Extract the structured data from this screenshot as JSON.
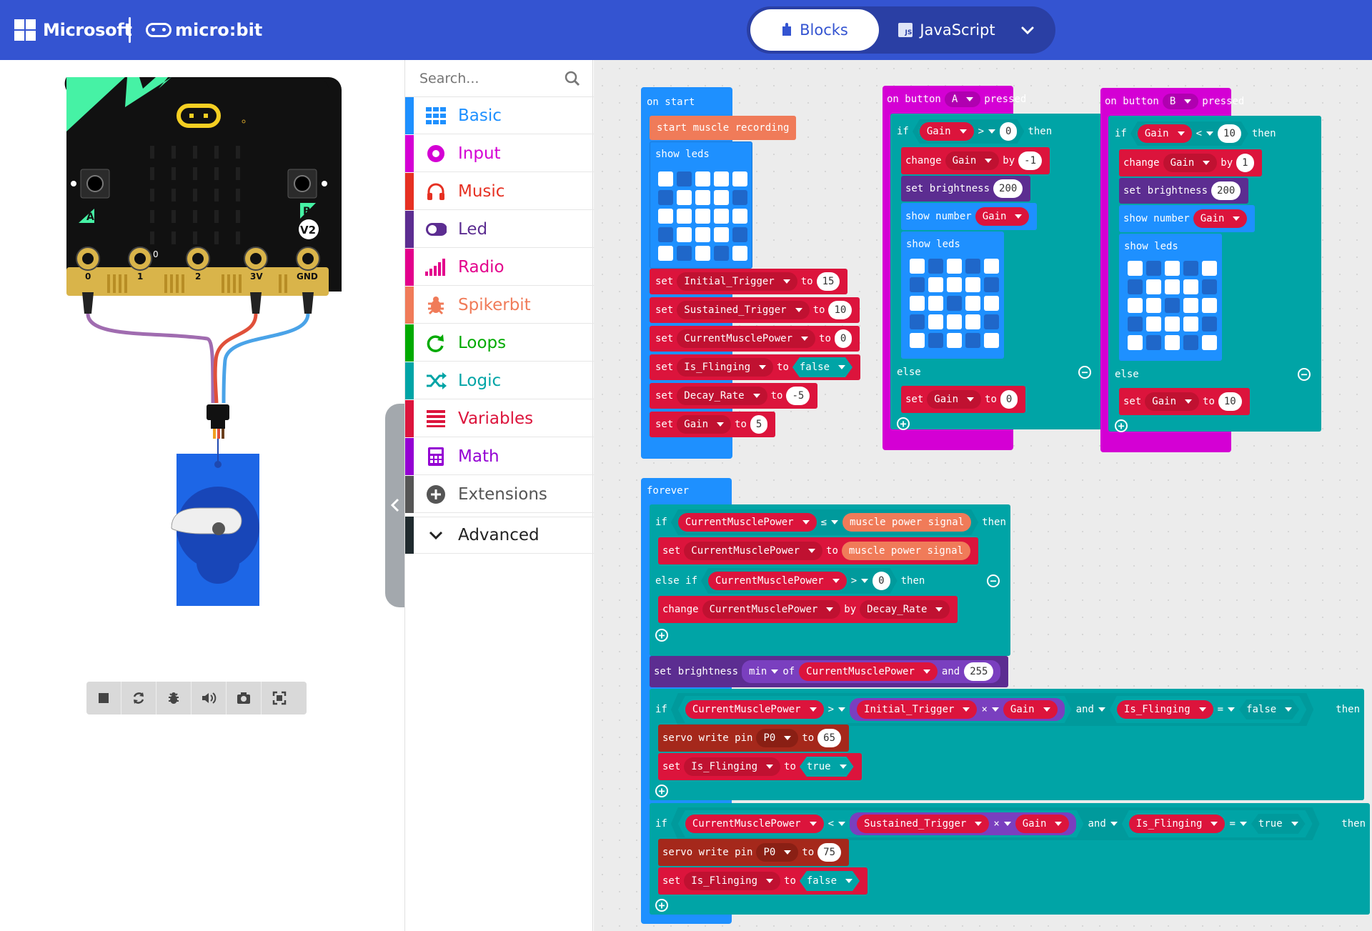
{
  "header": {
    "microsoft_label": "Microsoft",
    "microbit_label": "micro:bit",
    "blocks_tab": "Blocks",
    "javascript_tab": "JavaScript",
    "js_badge": "JS"
  },
  "simulator": {
    "labels": {
      "pin0": "0",
      "pin1": "1",
      "pin2": "2",
      "pin3v": "3V",
      "gnd": "GND",
      "button_a": "A",
      "button_b": "B",
      "version": "V2",
      "pin_label_above": "0"
    },
    "controls": [
      "stop-icon",
      "restart-icon",
      "debug-icon",
      "sound-icon",
      "screenshot-icon",
      "fullscreen-icon"
    ]
  },
  "toolbox": {
    "search_placeholder": "Search...",
    "categories": [
      {
        "label": "Basic",
        "color": "#1e90ff",
        "icon": "grid-icon"
      },
      {
        "label": "Input",
        "color": "#d400d4",
        "icon": "circle-dot-icon"
      },
      {
        "label": "Music",
        "color": "#e63022",
        "icon": "headphones-icon"
      },
      {
        "label": "Led",
        "color": "#5c2d91",
        "icon": "toggle-icon"
      },
      {
        "label": "Radio",
        "color": "#e3008c",
        "icon": "signal-bars-icon"
      },
      {
        "label": "Spikerbit",
        "color": "#f07b59",
        "icon": "bug-icon"
      },
      {
        "label": "Loops",
        "color": "#00aa00",
        "icon": "refresh-icon"
      },
      {
        "label": "Logic",
        "color": "#00a4a6",
        "icon": "shuffle-icon"
      },
      {
        "label": "Variables",
        "color": "#dc143c",
        "icon": "list-icon"
      },
      {
        "label": "Math",
        "color": "#9400d3",
        "icon": "calculator-icon"
      },
      {
        "label": "Extensions",
        "color": "#555555",
        "icon": "plus-circle-icon"
      }
    ],
    "advanced": "Advanced"
  },
  "blocks": {
    "on_start": {
      "header": "on start",
      "muscle": "start muscle recording",
      "show_leds": "show leds",
      "set": "set",
      "to": "to",
      "vars": [
        {
          "name": "Initial_Trigger",
          "value": "15"
        },
        {
          "name": "Sustained_Trigger",
          "value": "10"
        },
        {
          "name": "CurrentMusclePower",
          "value": "0"
        },
        {
          "name": "Is_Flinging",
          "value": "false"
        },
        {
          "name": "Decay_Rate",
          "value": "-5"
        },
        {
          "name": "Gain",
          "value": "5"
        }
      ]
    },
    "button_a": {
      "on": "on button",
      "button": "A",
      "pressed": "pressed",
      "if": "if",
      "var": "Gain",
      "op": ">",
      "cmp": "0",
      "then": "then",
      "change": "change",
      "by": "by",
      "delta": "-1",
      "set_brightness": "set brightness",
      "brightness": "200",
      "show_number": "show number",
      "show_leds": "show leds",
      "else": "else",
      "set": "set",
      "to": "to",
      "else_value": "0"
    },
    "button_b": {
      "on": "on button",
      "button": "B",
      "pressed": "pressed",
      "if": "if",
      "var": "Gain",
      "op": "<",
      "cmp": "10",
      "then": "then",
      "change": "change",
      "by": "by",
      "delta": "1",
      "set_brightness": "set brightness",
      "brightness": "200",
      "show_number": "show number",
      "show_leds": "show leds",
      "else": "else",
      "set": "set",
      "to": "to",
      "else_value": "10"
    },
    "forever": {
      "header": "forever",
      "if": "if",
      "then": "then",
      "else_if": "else if",
      "cmp_lte": "≤",
      "cmp_gt": ">",
      "cmp_lt": "<",
      "cmp_eq": "=",
      "times": "×",
      "and": "and",
      "cmp_zero": "0",
      "cmp_var": "CurrentMusclePower",
      "signal": "muscle power signal",
      "set": "set",
      "to": "to",
      "change": "change",
      "by": "by",
      "decay": "Decay_Rate",
      "set_brightness": "set brightness",
      "min": "min",
      "of": "of",
      "max_val": "255",
      "initial": "Initial_Trigger",
      "sustained": "Sustained_Trigger",
      "gain": "Gain",
      "is_flinging": "Is_Flinging",
      "false_label": "false",
      "true_label": "true",
      "servo": "servo write pin",
      "pin": "P0",
      "servo_value_1": "65",
      "servo_value_2": "75"
    }
  }
}
